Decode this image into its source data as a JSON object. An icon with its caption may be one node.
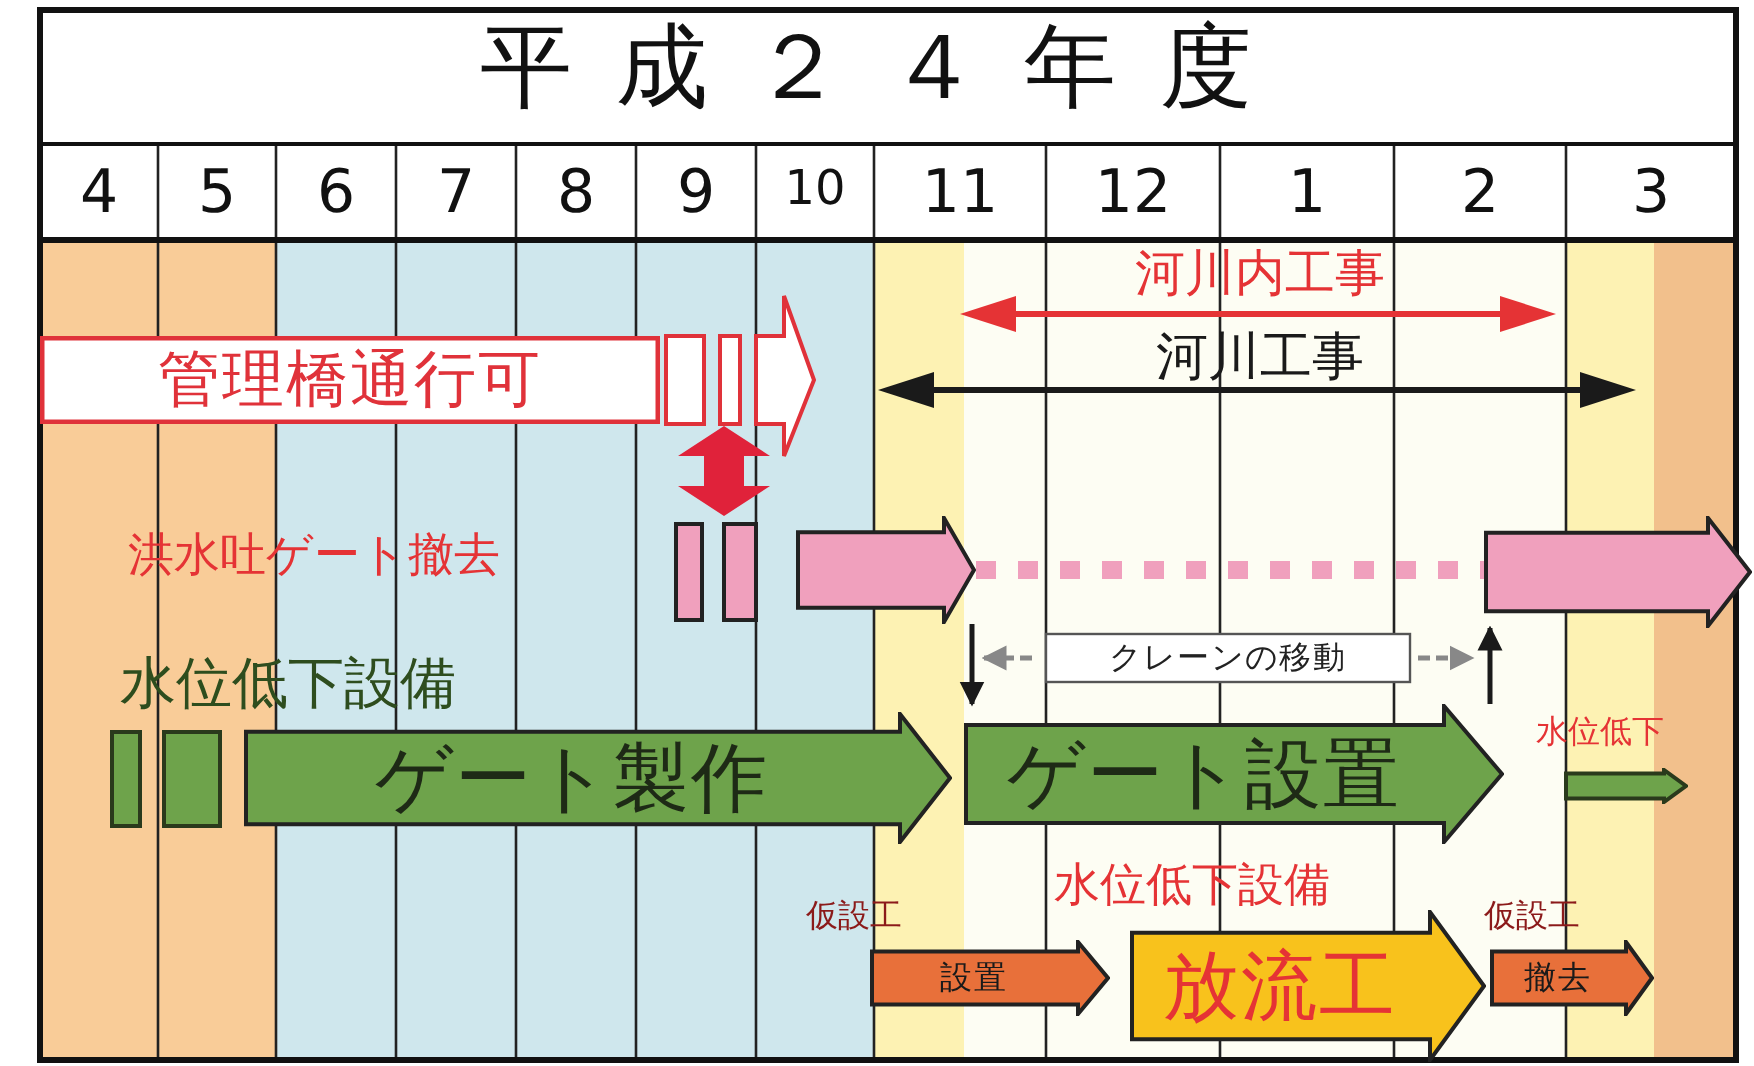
{
  "diagram": {
    "title": "平成２４年度",
    "nodes": [
      {
        "text": [
          "管理橋通行可"
        ]
      },
      {
        "text": [],
        "shape": "arrow"
      },
      {
        "text": [],
        "shape": "arrow"
      },
      {
        "text": [
          "クレーンの移動"
        ]
      },
      {
        "text": [
          "ゲート製作"
        ]
      },
      {
        "text": [
          "ゲート設置"
        ]
      },
      {
        "text": [
          "設置"
        ],
        "beside": [
          "仮設工"
        ]
      },
      {
        "text": [
          "放流工"
        ],
        "beside": [
          "水位低下設備"
        ]
      },
      {
        "text": [
          "撤去"
        ],
        "beside": [
          "仮設工"
        ]
      },
      {
        "text": [],
        "shape": "arrow",
        "beside": [
          "水位低下"
        ]
      }
    ],
    "edges": [
      {
        "from": 1,
        "to": 5,
        "arrow": "to"
      },
      {
        "from": 5,
        "to": 2,
        "arrow": "to"
      },
      {
        "from": 1,
        "to": 2,
        "arrow": "none",
        "style": "dashed",
        "color": "#f0a0bd"
      }
    ],
    "labels": [
      "4",
      "5",
      "6",
      "7",
      "8",
      "9",
      "10",
      "11",
      "12",
      "1",
      "2",
      "3",
      "河川内工事",
      "河川工事",
      "洪水吐ゲート撤去",
      "水位低下設備"
    ]
  }
}
